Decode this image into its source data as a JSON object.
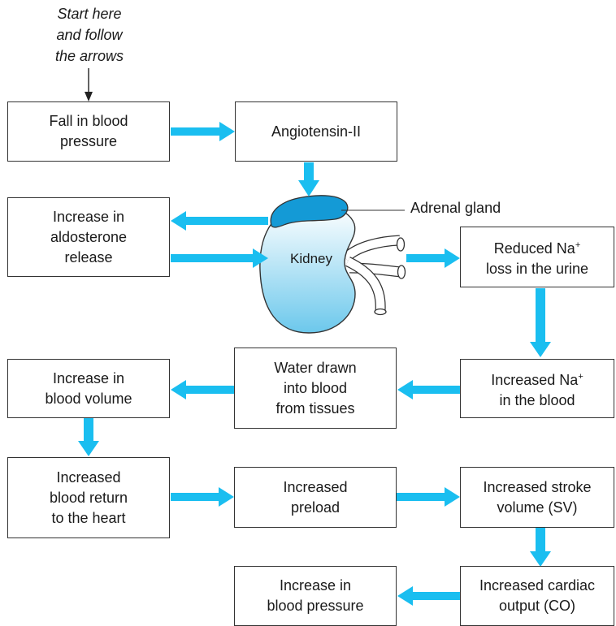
{
  "diagram": {
    "start_note": "Start here\nand follow\nthe arrows",
    "kidney_label": "Kidney",
    "adrenal_label": "Adrenal gland",
    "arrow_color": "#1ABEF0",
    "boxes": {
      "fall_bp": "Fall in blood\npressure",
      "angiotensin": "Angiotensin-II",
      "aldosterone": "Increase in\naldosterone\nrelease",
      "reduced_na_line1": "Reduced Na",
      "reduced_na_sup": "+",
      "reduced_na_line2": "loss in the urine",
      "increased_na_line1": "Increased Na",
      "increased_na_sup": "+",
      "increased_na_line2": "in the blood",
      "water_drawn": "Water drawn\ninto blood\nfrom tissues",
      "blood_volume": "Increase in\nblood volume",
      "blood_return": "Increased\nblood return\nto the heart",
      "preload": "Increased\npreload",
      "stroke_volume": "Increased stroke\nvolume (SV)",
      "cardiac_output": "Increased cardiac\noutput (CO)",
      "increase_bp": "Increase in\nblood pressure"
    }
  }
}
